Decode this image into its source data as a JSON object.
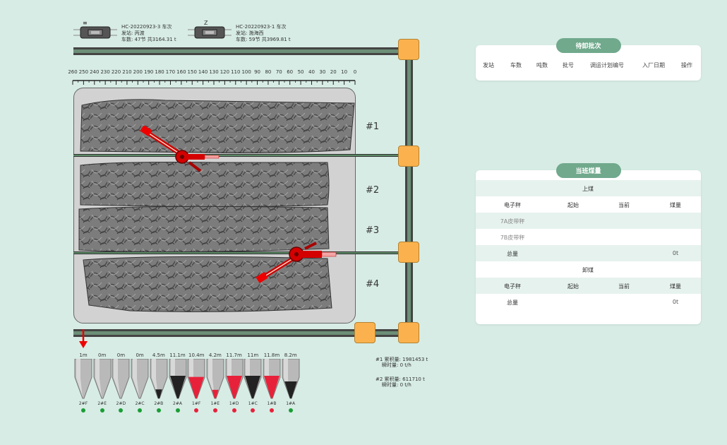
{
  "trains": [
    {
      "mark": "≡",
      "line1": "HC-20220923-3 车次",
      "line2": "发站: 丙渡",
      "line3": "车数: 47节 共3164.31 t"
    },
    {
      "mark": "Z",
      "line1": "HC-20220923-1 车次",
      "line2": "发站: 渤海西",
      "line3": "车数: 59节 共3969.81 t"
    }
  ],
  "ruler": {
    "ticks": [
      "260",
      "250",
      "240",
      "230",
      "220",
      "210",
      "200",
      "190",
      "180",
      "170",
      "160",
      "150",
      "140",
      "130",
      "120",
      "110",
      "100",
      "90",
      "80",
      "70",
      "60",
      "50",
      "40",
      "30",
      "20",
      "10",
      "0"
    ]
  },
  "piles": [
    {
      "label": "#1"
    },
    {
      "label": "#2"
    },
    {
      "label": "#3"
    },
    {
      "label": "#4"
    }
  ],
  "pending_card": {
    "title": "待卸批次",
    "columns": [
      "发站",
      "车数",
      "吨数",
      "批号",
      "调运计划编号",
      "入厂日期",
      "操作"
    ]
  },
  "shift_card": {
    "title": "当班煤量",
    "section_load": "上煤",
    "load_header": [
      "电子秤",
      "起始",
      "当前",
      "煤量"
    ],
    "load_rows": [
      {
        "name": "7A皮带秤",
        "start": "",
        "current": "",
        "amount": ""
      },
      {
        "name": "7B皮带秤",
        "start": "",
        "current": "",
        "amount": ""
      },
      {
        "name": "总量",
        "start": "",
        "current": "",
        "amount": "0t"
      }
    ],
    "section_unload": "卸煤",
    "unload_header": [
      "电子秤",
      "起始",
      "当前",
      "煤量"
    ],
    "unload_rows": [
      {
        "name": "总量",
        "start": "",
        "current": "",
        "amount": "0t"
      }
    ]
  },
  "hoppers": [
    {
      "name": "2#F",
      "level": "1m",
      "fill": 0,
      "color": "#222222",
      "status": "#1a9d36"
    },
    {
      "name": "2#E",
      "level": "0m",
      "fill": 0,
      "color": "#222222",
      "status": "#1a9d36"
    },
    {
      "name": "2#D",
      "level": "0m",
      "fill": 0,
      "color": "#222222",
      "status": "#1a9d36"
    },
    {
      "name": "2#C",
      "level": "0m",
      "fill": 0,
      "color": "#222222",
      "status": "#1a9d36"
    },
    {
      "name": "2#B",
      "level": "4.5m",
      "fill": 0.4,
      "color": "#222222",
      "status": "#1a9d36"
    },
    {
      "name": "2#A",
      "level": "11.1m",
      "fill": 1.0,
      "color": "#222222",
      "status": "#1a9d36"
    },
    {
      "name": "1#F",
      "level": "10.4m",
      "fill": 0.95,
      "color": "#e8213a",
      "status": "#e8213a"
    },
    {
      "name": "1#E",
      "level": "4.2m",
      "fill": 0.38,
      "color": "#e8213a",
      "status": "#e8213a"
    },
    {
      "name": "1#D",
      "level": "11.7m",
      "fill": 1.0,
      "color": "#e8213a",
      "status": "#e8213a"
    },
    {
      "name": "1#C",
      "level": "11m",
      "fill": 1.0,
      "color": "#222222",
      "status": "#e8213a"
    },
    {
      "name": "1#B",
      "level": "11.8m",
      "fill": 1.0,
      "color": "#e8213a",
      "status": "#e8213a"
    },
    {
      "name": "1#A",
      "level": "8.2m",
      "fill": 0.75,
      "color": "#222222",
      "status": "#1a9d36"
    }
  ],
  "stats": [
    {
      "line1": "#1 累积量: 1981453 t",
      "line2": "瞬时量: 0 t/h"
    },
    {
      "line1": "#2 累积量: 611710 t",
      "line2": "瞬时量: 0 t/h"
    }
  ]
}
